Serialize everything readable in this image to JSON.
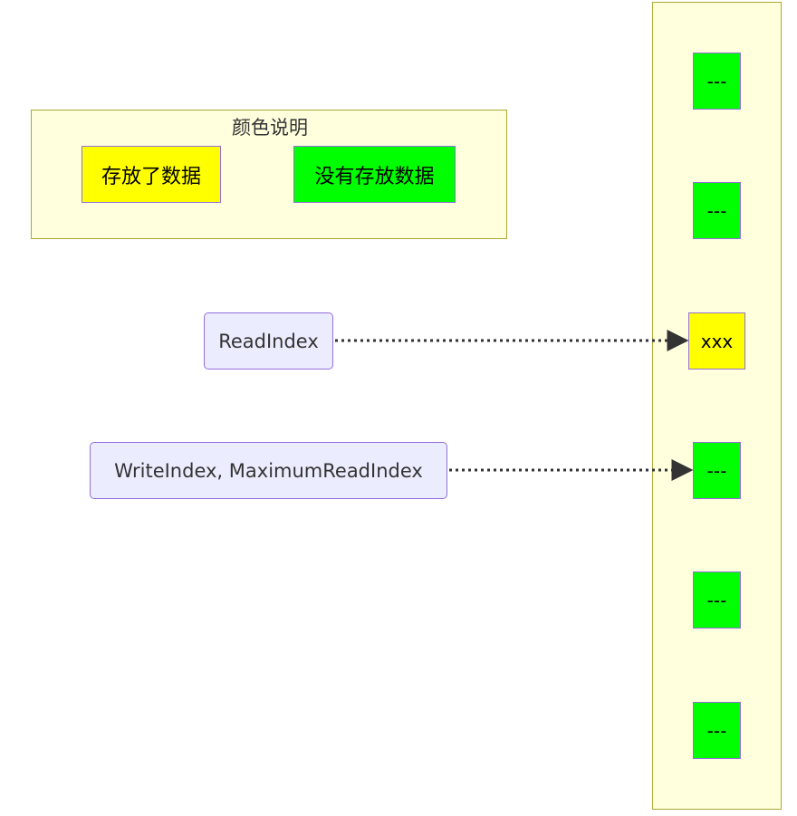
{
  "legend": {
    "title": "颜色说明",
    "items": [
      {
        "label": "存放了数据",
        "color": "#ffff00"
      },
      {
        "label": "没有存放数据",
        "color": "#00ff00"
      }
    ]
  },
  "pointers": {
    "read_index": "ReadIndex",
    "write_index": "WriteIndex, MaximumReadIndex"
  },
  "buffer": {
    "cells": [
      {
        "label": "---",
        "state": "empty"
      },
      {
        "label": "---",
        "state": "empty"
      },
      {
        "label": "xxx",
        "state": "filled"
      },
      {
        "label": "---",
        "state": "empty"
      },
      {
        "label": "---",
        "state": "empty"
      },
      {
        "label": "---",
        "state": "empty"
      }
    ]
  },
  "colors": {
    "filled": "#ffff00",
    "empty": "#00ff00",
    "cluster_fill": "#ffffde",
    "cluster_border": "#aaaa33",
    "node_fill": "#ececff",
    "node_border": "#9370db"
  }
}
